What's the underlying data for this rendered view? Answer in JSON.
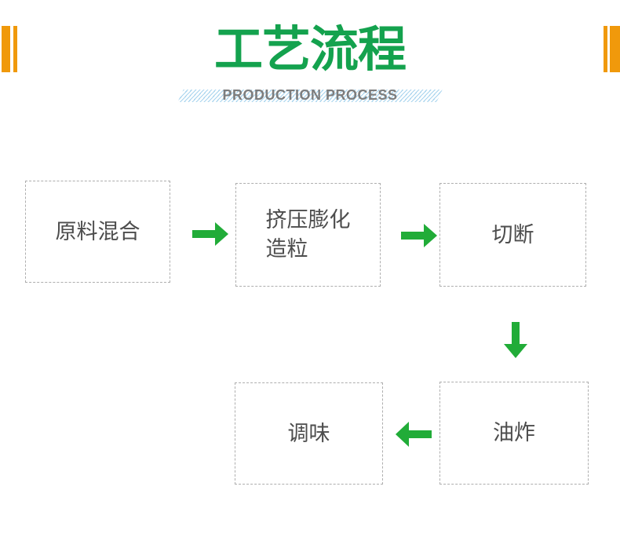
{
  "header": {
    "title": "工艺流程",
    "subtitle": "PRODUCTION PROCESS"
  },
  "colors": {
    "title-green": "#14a24e",
    "arrow-green": "#21ac38",
    "accent-orange": "#f0990b",
    "stripe-blue": "#a8d4ee",
    "subtitle-gray": "#7d7d7d",
    "box-border": "#aeaeae",
    "box-text": "#4d4d4d",
    "page-bg": "#ffffff"
  },
  "flow": {
    "steps": [
      {
        "id": "mixing",
        "label": "原料混合"
      },
      {
        "id": "extrusion",
        "label": "挤压膨化\n造粒"
      },
      {
        "id": "cutting",
        "label": "切断"
      },
      {
        "id": "frying",
        "label": "油炸"
      },
      {
        "id": "seasoning",
        "label": "调味"
      }
    ],
    "connections": [
      {
        "from": "mixing",
        "to": "extrusion",
        "direction": "right"
      },
      {
        "from": "extrusion",
        "to": "cutting",
        "direction": "right"
      },
      {
        "from": "cutting",
        "to": "frying",
        "direction": "down"
      },
      {
        "from": "frying",
        "to": "seasoning",
        "direction": "left"
      }
    ]
  }
}
